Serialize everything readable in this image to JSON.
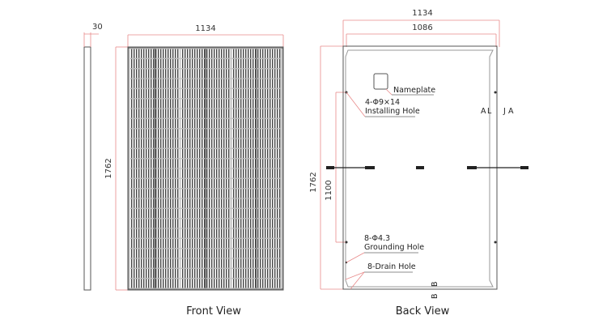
{
  "side_view": {
    "thickness_label": "30"
  },
  "front_view": {
    "title": "Front View",
    "width_label": "1134",
    "height_label": "1762",
    "cell_columns": 6,
    "cell_rows": 24
  },
  "back_view": {
    "title": "Back View",
    "outer_width_label": "1134",
    "inner_width_label": "1086",
    "height_label": "1762",
    "mount_spacing_label": "1100",
    "nameplate_label": "Nameplate",
    "installing_hole_spec": "4-Φ9×14",
    "installing_hole_label": "Installing Hole",
    "grounding_hole_spec": "8-Φ4.3",
    "grounding_hole_label": "Grounding Hole",
    "drain_hole_label": "8-Drain Hole",
    "section_a_left": "A",
    "section_a_right": "A",
    "section_b_left": "B",
    "section_b_right": "B"
  },
  "colors": {
    "dimension_line": "#e88a8a",
    "frame": "#555555",
    "cells": "#333333"
  }
}
